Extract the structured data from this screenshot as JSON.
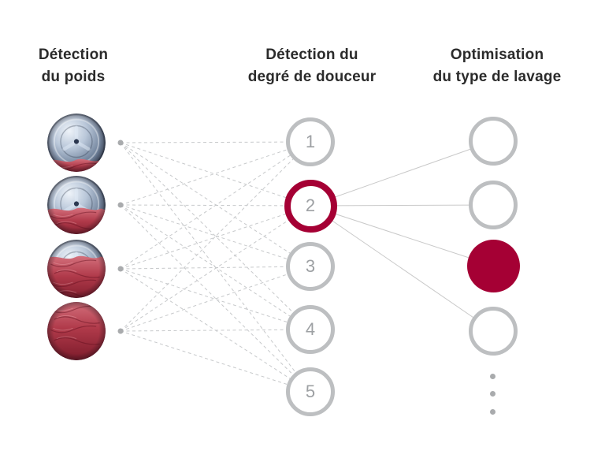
{
  "columns": [
    {
      "title_line1": "Détection",
      "title_line2": "du poids"
    },
    {
      "title_line1": "Détection du",
      "title_line2": "degré de douceur"
    },
    {
      "title_line1": "Optimisation",
      "title_line2": "du type de lavage"
    }
  ],
  "left_nodes": [
    {
      "name": "laundry-load-photo-1",
      "description": "washing machine drum with small red laundry load",
      "load_percent": 22
    },
    {
      "name": "laundry-load-photo-2",
      "description": "washing machine drum half filled with red laundry",
      "load_percent": 45
    },
    {
      "name": "laundry-load-photo-3",
      "description": "washing machine drum mostly filled with red laundry",
      "load_percent": 72
    },
    {
      "name": "laundry-load-photo-4",
      "description": "washing machine drum completely filled with red laundry",
      "load_percent": 100
    }
  ],
  "middle_nodes": [
    {
      "label": "1",
      "selected": false
    },
    {
      "label": "2",
      "selected": true
    },
    {
      "label": "3",
      "selected": false
    },
    {
      "label": "4",
      "selected": false
    },
    {
      "label": "5",
      "selected": false
    }
  ],
  "right_nodes": [
    {
      "selected": false
    },
    {
      "selected": false
    },
    {
      "selected": true
    },
    {
      "selected": false
    }
  ],
  "more_indicator_dots": 3,
  "connections": {
    "left_to_middle": {
      "style": "dashed",
      "pairs": "all"
    },
    "middle_to_right": {
      "style": "solid",
      "from_label": "2",
      "pairs": "all"
    }
  },
  "colors": {
    "accent_red": "#A50034",
    "ring_gray": "#BDBFC1",
    "number_gray": "#9DA0A3",
    "title_text": "#2B2B2B",
    "dashed_line": "#C7C9CB",
    "solid_line": "#C9C9C9",
    "dot_gray": "#A9ABAD"
  }
}
